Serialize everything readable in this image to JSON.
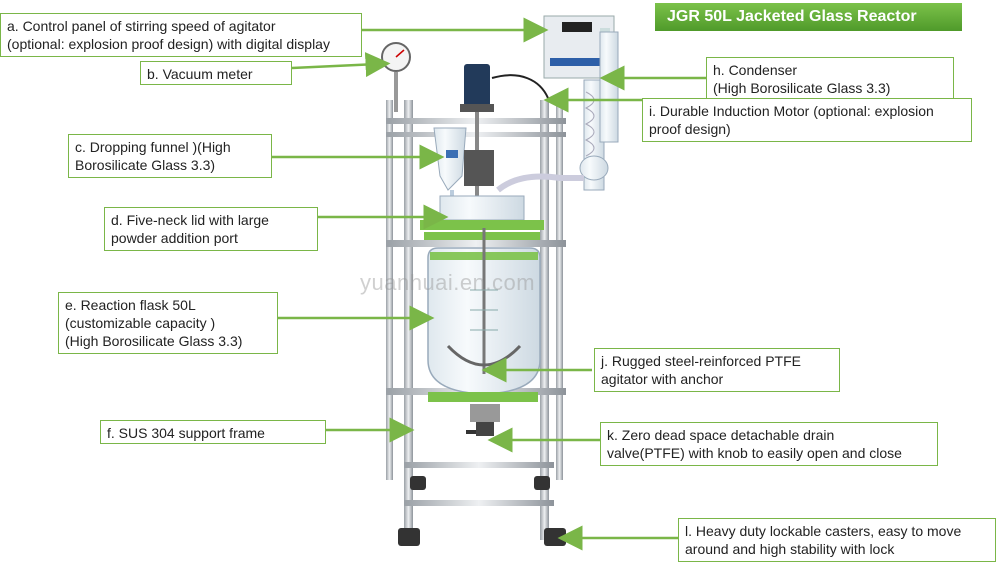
{
  "title": "JGR 50L Jacketed Glass Reactor",
  "watermark": "yuanhuai.en.com",
  "colors": {
    "accent_green": "#7ab648",
    "banner_green": "#5aa832",
    "frame_steel": "#c8ccd0"
  },
  "callouts": {
    "a": {
      "line1": "a. Control panel of stirring speed of agitator",
      "line2": "(optional: explosion proof design) with digital display"
    },
    "b": {
      "line1": "b. Vacuum meter"
    },
    "c": {
      "line1": "c. Dropping funnel )(High",
      "line2": "Borosilicate Glass 3.3)"
    },
    "d": {
      "line1": "d. Five-neck lid  with large",
      "line2": "powder addition port"
    },
    "e": {
      "line1": "e. Reaction flask 50L",
      "line2": "(customizable capacity )",
      "line3": "(High Borosilicate Glass 3.3)"
    },
    "f": {
      "line1": "f.  SUS 304 support frame"
    },
    "h": {
      "line1": "h. Condenser",
      "line2": "(High Borosilicate Glass 3.3)"
    },
    "i": {
      "line1": "i. Durable Induction Motor (optional: explosion",
      "line2": "proof design)"
    },
    "j": {
      "line1": "j. Rugged steel-reinforced PTFE",
      "line2": "agitator with anchor"
    },
    "k": {
      "line1": "k. Zero dead space detachable drain",
      "line2": "valve(PTFE) with knob to easily open and close"
    },
    "l": {
      "line1": "l. Heavy duty lockable casters, easy to move",
      "line2": "around and high stability with lock"
    }
  }
}
